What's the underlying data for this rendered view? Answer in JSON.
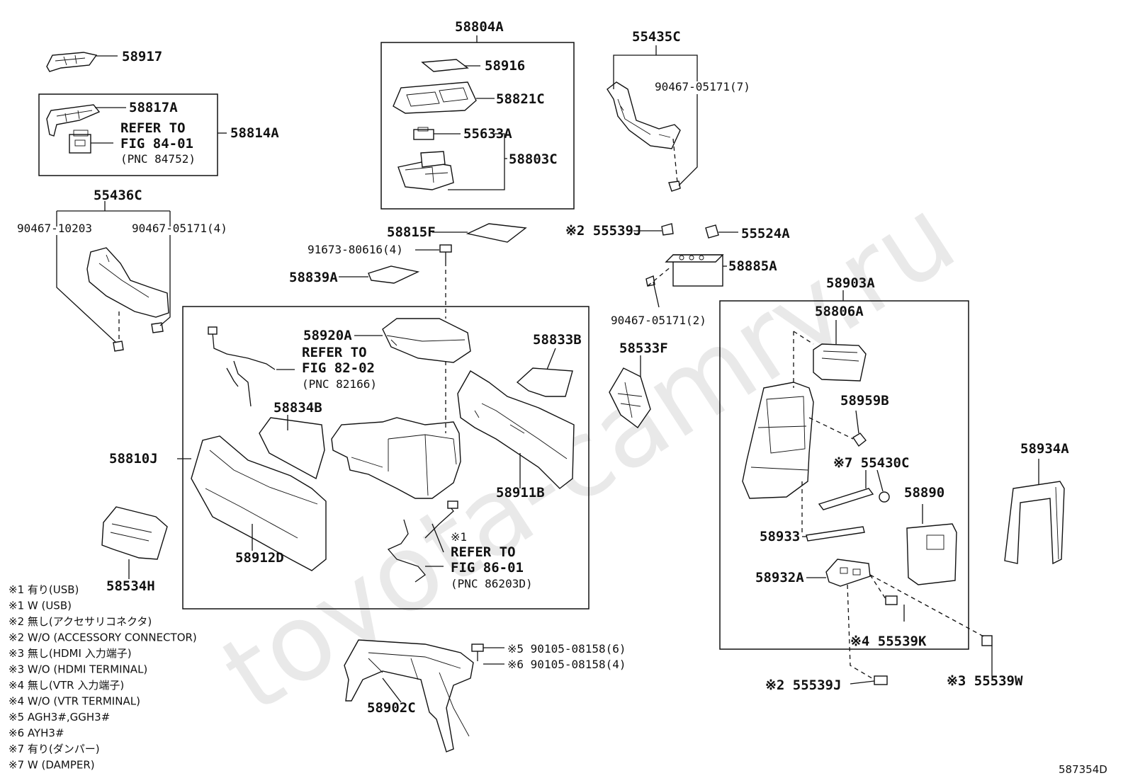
{
  "watermark": "toyota-camry.ru",
  "diagram_code": "587354D",
  "legend": [
    "※1 有り(USB)",
    "※1 W (USB)",
    "※2 無し(アクセサリコネクタ)",
    "※2 W/O (ACCESSORY CONNECTOR)",
    "※3 無し(HDMI 入力端子)",
    "※3 W/O (HDMI TERMINAL)",
    "※4 無し(VTR 入力端子)",
    "※4 W/O (VTR TERMINAL)",
    "※5 AGH3#,GGH3#",
    "※6 AYH3#",
    "※7 有り(ダンパー)",
    "※7 W (DAMPER)"
  ],
  "parts": {
    "p58917": "58917",
    "p58817A": "58817A",
    "ref84_1": "REFER TO",
    "ref84_2": "FIG 84-01",
    "ref84_3": "(PNC 84752)",
    "p58814A": "58814A",
    "p55436C": "55436C",
    "p90467_10203": "90467-10203",
    "p90467_05171_4": "90467-05171(4)",
    "p58804A": "58804A",
    "p58916": "58916",
    "p58821C": "58821C",
    "p55633A": "55633A",
    "p58803C": "58803C",
    "p55435C": "55435C",
    "p90467_05171_7": "90467-05171(7)",
    "p58815F": "58815F",
    "p91673": "91673-80616(4)",
    "p58839A": "58839A",
    "p55539J_top": "※2 55539J",
    "p55524A": "55524A",
    "p58885A": "58885A",
    "p90467_05171_2": "90467-05171(2)",
    "p58903A": "58903A",
    "p58806A": "58806A",
    "p58920A": "58920A",
    "ref82_1": "REFER TO",
    "ref82_2": "FIG 82-02",
    "ref82_3": "(PNC 82166)",
    "p58833B": "58833B",
    "p58533F": "58533F",
    "p58834B": "58834B",
    "p58810J": "58810J",
    "p58911B": "58911B",
    "p58912D": "58912D",
    "p58534H": "58534H",
    "ref86_0": "※1",
    "ref86_1": "REFER TO",
    "ref86_2": "FIG 86-01",
    "ref86_3": "(PNC 86203D)",
    "p58959B": "58959B",
    "p55430C": "※7 55430C",
    "p58890": "58890",
    "p58934A": "58934A",
    "p58933": "58933",
    "p58932A": "58932A",
    "p55539K": "※4 55539K",
    "p55539J_bot": "※2 55539J",
    "p55539W": "※3 55539W",
    "p90105_6": "※5 90105-08158(6)",
    "p90105_4": "※6 90105-08158(4)",
    "p58902C": "58902C"
  }
}
